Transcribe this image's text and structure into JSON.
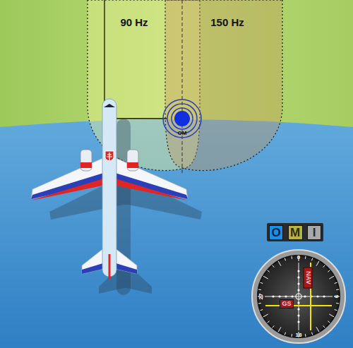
{
  "diagram": {
    "nodes": [
      {
        "text": [
          "O"
        ]
      },
      {
        "text": [
          "M"
        ]
      },
      {
        "text": [
          "I"
        ]
      },
      {
        "text": [
          "NAV"
        ]
      },
      {
        "text": [
          "GS"
        ]
      }
    ],
    "labels": [
      "90 Hz",
      "150 Hz",
      "OM",
      "0",
      "27",
      "9",
      "18"
    ]
  }
}
